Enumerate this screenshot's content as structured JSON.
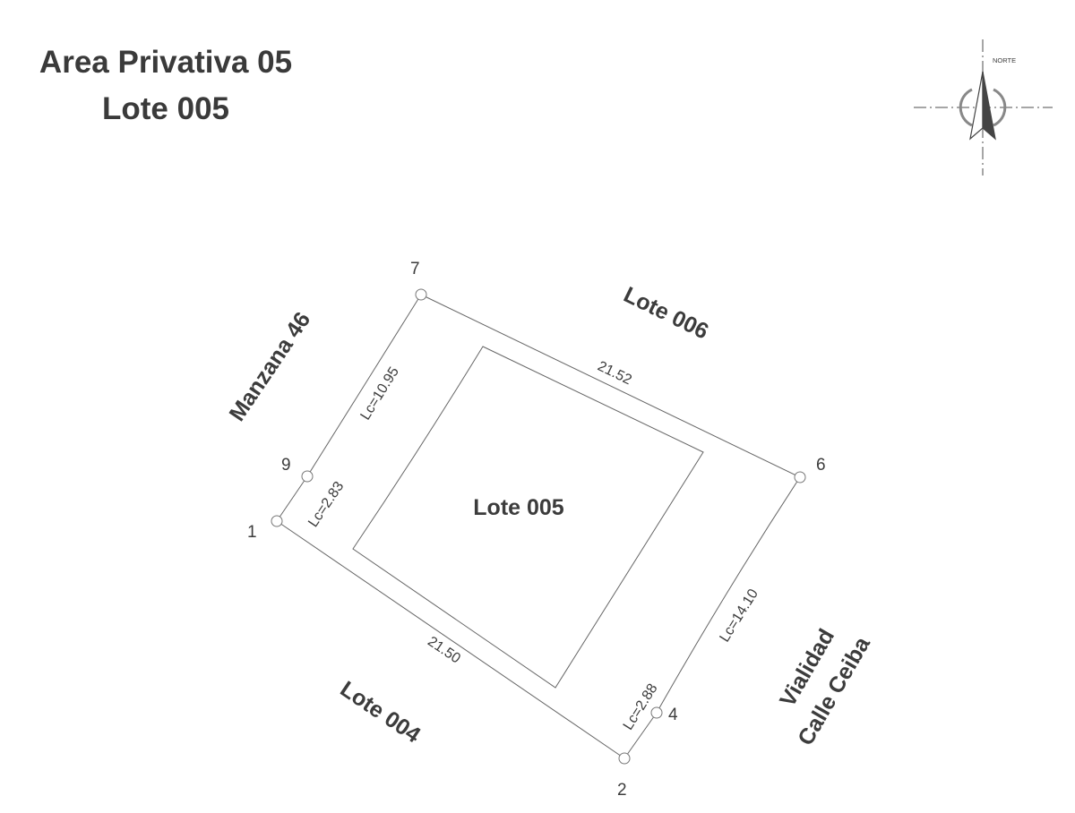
{
  "title": {
    "line1": "Area Privativa 05",
    "line2": "Lote 005"
  },
  "north_arrow": {
    "label": "NORTE",
    "icon": "north-arrow-icon"
  },
  "lot": {
    "label": "Lote 005"
  },
  "neighbors": {
    "north": "Lote 006",
    "south": "Lote 004",
    "west": "Manzana 46",
    "east_line1": "Vialidad",
    "east_line2": "Calle Ceiba"
  },
  "dimensions": {
    "edge_7_6": "21.52",
    "edge_1_2": "21.50",
    "arc_9_7": "Lc=10.95",
    "arc_1_9": "Lc=2.83",
    "arc_6_4": "Lc=14.10",
    "arc_4_2": "Lc=2.88"
  },
  "points": {
    "p1": "1",
    "p2": "2",
    "p4": "4",
    "p6": "6",
    "p7": "7",
    "p9": "9"
  }
}
